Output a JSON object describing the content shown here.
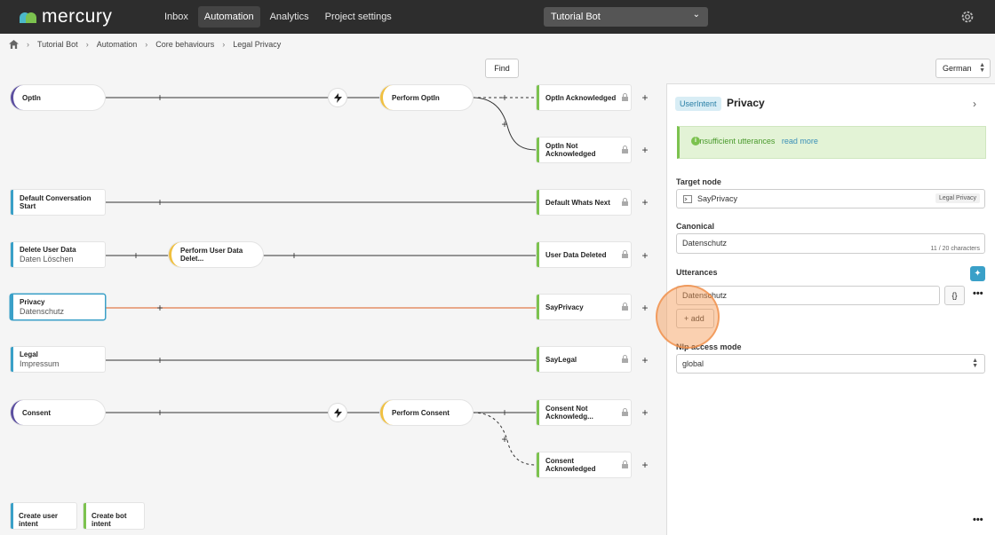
{
  "app": {
    "logo_text": "mercury",
    "nav": [
      "Inbox",
      "Automation",
      "Analytics",
      "Project settings"
    ],
    "active_nav": "Automation",
    "bot_select": "Tutorial Bot"
  },
  "breadcrumb": [
    "Tutorial Bot",
    "Automation",
    "Core behaviours",
    "Legal Privacy"
  ],
  "toolbar": {
    "find": "Find",
    "language": "German"
  },
  "flow": {
    "optin": {
      "label": "OptIn",
      "perform": "Perform OptIn",
      "ack": "OptIn Acknowledged",
      "not_ack": "OptIn Not Acknowledged"
    },
    "default": {
      "label": "Default Conversation Start",
      "next": "Default Whats Next"
    },
    "delete": {
      "label": "Delete User Data",
      "sub": "Daten Löschen",
      "perform": "Perform User Data Delet...",
      "done": "User Data Deleted"
    },
    "privacy": {
      "label": "Privacy",
      "sub": "Datenschutz",
      "say": "SayPrivacy"
    },
    "legal": {
      "label": "Legal",
      "sub": "Impressum",
      "say": "SayLegal"
    },
    "consent": {
      "label": "Consent",
      "perform": "Perform Consent",
      "not_ack": "Consent Not Acknowledg...",
      "ack": "Consent Acknowledged"
    }
  },
  "bottom_buttons": {
    "user_intent": "Create user intent",
    "bot_intent": "Create bot intent"
  },
  "panel": {
    "tag": "UserIntent",
    "title": "Privacy",
    "alert": "Insufficient utterances",
    "alert_link": "read more",
    "target_node_label": "Target node",
    "target_node_value": "SayPrivacy",
    "target_node_pill": "Legal Privacy",
    "canonical_label": "Canonical",
    "canonical_value": "Datenschutz",
    "canonical_count": "11 / 20 characters",
    "utterances_label": "Utterances",
    "utterance_value": "Datenschutz",
    "curly": "{}",
    "add": "add",
    "nlp_label": "Nlp access mode",
    "nlp_value": "global"
  },
  "colors": {
    "user_intent": "#3aa0c8",
    "bot_node": "#7cc24f",
    "perform": "#f0c040",
    "selected_edge": "#e07a4a",
    "highlight": "#f59650"
  },
  "icons": [
    "home-icon",
    "gear-icon",
    "lock-icon",
    "bolt-icon",
    "chevron-right-icon",
    "info-icon",
    "magic-icon",
    "more-icon",
    "plus-icon",
    "terminal-icon"
  ]
}
